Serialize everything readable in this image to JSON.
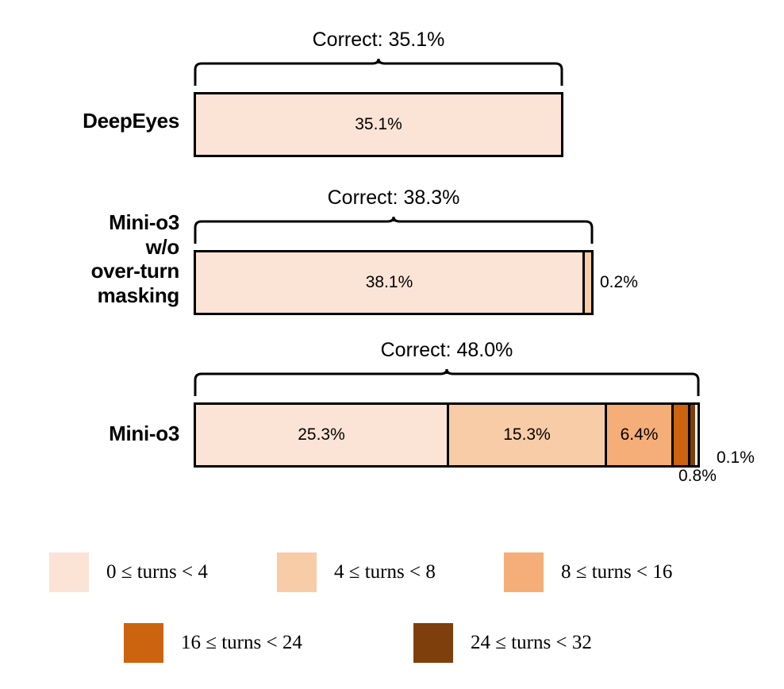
{
  "chart_data": {
    "type": "bar",
    "orientation": "horizontal",
    "stacked": true,
    "title": "",
    "xlabel": "",
    "ylabel": "",
    "xlim": [
      0,
      56
    ],
    "grid": false,
    "legend_position": "bottom",
    "categories": [
      "DeepEyes",
      "Mini-o3\nw/o\nover-turn\nmasking",
      "Mini-o3"
    ],
    "series": [
      {
        "name": "0 ≤ turns < 4",
        "color": "#fbe4d5",
        "values": [
          35.1,
          38.1,
          25.3
        ]
      },
      {
        "name": "4 ≤ turns < 8",
        "color": "#f8cca6",
        "values": [
          0.0,
          0.2,
          15.3
        ]
      },
      {
        "name": "8 ≤ turns < 16",
        "color": "#f5ae77",
        "values": [
          0.0,
          0.0,
          6.4
        ]
      },
      {
        "name": "16 ≤ turns < 24",
        "color": "#cb630f",
        "values": [
          0.0,
          0.0,
          0.8
        ]
      },
      {
        "name": "24 ≤ turns < 32",
        "color": "#7e3f0c",
        "values": [
          0.0,
          0.0,
          0.1
        ]
      }
    ],
    "totals": [
      35.1,
      38.3,
      48.0
    ],
    "annotations": [
      {
        "text": "Correct: 35.1%",
        "for": "DeepEyes"
      },
      {
        "text": "Correct: 38.3%",
        "for": "Mini-o3 w/o over-turn masking"
      },
      {
        "text": "Correct: 48.0%",
        "for": "Mini-o3"
      }
    ]
  },
  "bars": [
    {
      "category_label": "DeepEyes",
      "correct_label": "Correct: 35.1%",
      "total": 35.1,
      "segments": [
        {
          "value": 35.1,
          "label": "35.1%",
          "color": "#fbe4d5",
          "inside": true
        }
      ],
      "outside_labels": []
    },
    {
      "category_label": "Mini-o3\nw/o\nover-turn\nmasking",
      "correct_label": "Correct: 38.3%",
      "total": 38.3,
      "segments": [
        {
          "value": 38.1,
          "label": "38.1%",
          "color": "#fbe4d5",
          "inside": true
        },
        {
          "value": 0.2,
          "label": "0.2%",
          "color": "#f8cca6",
          "inside": false
        }
      ],
      "outside_labels": [
        {
          "label": "0.2%"
        }
      ]
    },
    {
      "category_label": "Mini-o3",
      "correct_label": "Correct: 48.0%",
      "total": 48.0,
      "segments": [
        {
          "value": 25.3,
          "label": "25.3%",
          "color": "#fbe4d5",
          "inside": true
        },
        {
          "value": 15.3,
          "label": "15.3%",
          "color": "#f8cca6",
          "inside": true
        },
        {
          "value": 6.4,
          "label": "6.4%",
          "color": "#f5ae77",
          "inside": true
        },
        {
          "value": 0.8,
          "label": "0.8%",
          "color": "#cb630f",
          "inside": false
        },
        {
          "value": 0.1,
          "label": "0.1%",
          "color": "#7e3f0c",
          "inside": false
        }
      ],
      "outside_labels": [
        {
          "label": "0.8%"
        },
        {
          "label": "0.1%"
        }
      ]
    }
  ],
  "legend": {
    "items": [
      {
        "label": "0 ≤ turns < 4",
        "color": "#fbe4d5"
      },
      {
        "label": "4 ≤ turns < 8",
        "color": "#f8cca6"
      },
      {
        "label": "8 ≤ turns < 16",
        "color": "#f5ae77"
      },
      {
        "label": "16 ≤ turns < 24",
        "color": "#cb630f"
      },
      {
        "label": "24 ≤ turns < 32",
        "color": "#7e3f0c"
      }
    ]
  }
}
